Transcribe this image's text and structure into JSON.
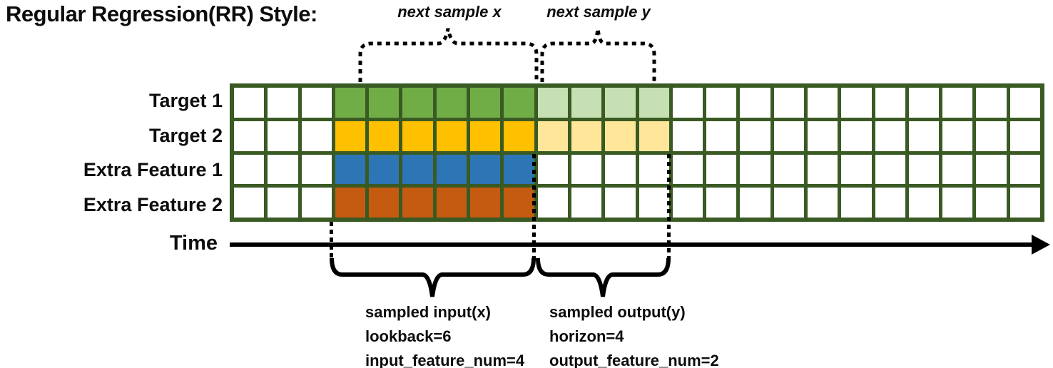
{
  "title": "Regular Regression(RR) Style:",
  "colors": {
    "grid_border": "#3A5A24",
    "w": "#FFFFFF",
    "g": "#70AD47",
    "lg": "#C6E0B4",
    "y": "#FFC000",
    "ly": "#FFE699",
    "b": "#2E75B6",
    "o": "#C55A11",
    "annotation": "#000000"
  },
  "grid": {
    "columns": 24,
    "lookback": 6,
    "horizon": 4,
    "input_feature_num": 4,
    "output_feature_num": 2,
    "rows": [
      {
        "label": "Target 1",
        "cells": [
          "w",
          "w",
          "w",
          "g",
          "g",
          "g",
          "g",
          "g",
          "g",
          "lg",
          "lg",
          "lg",
          "lg",
          "w",
          "w",
          "w",
          "w",
          "w",
          "w",
          "w",
          "w",
          "w",
          "w",
          "w"
        ]
      },
      {
        "label": "Target 2",
        "cells": [
          "w",
          "w",
          "w",
          "y",
          "y",
          "y",
          "y",
          "y",
          "y",
          "ly",
          "ly",
          "ly",
          "ly",
          "w",
          "w",
          "w",
          "w",
          "w",
          "w",
          "w",
          "w",
          "w",
          "w",
          "w"
        ]
      },
      {
        "label": "Extra Feature 1",
        "cells": [
          "w",
          "w",
          "w",
          "b",
          "b",
          "b",
          "b",
          "b",
          "b",
          "w",
          "w",
          "w",
          "w",
          "w",
          "w",
          "w",
          "w",
          "w",
          "w",
          "w",
          "w",
          "w",
          "w",
          "w"
        ]
      },
      {
        "label": "Extra Feature 2",
        "cells": [
          "w",
          "w",
          "w",
          "o",
          "o",
          "o",
          "o",
          "o",
          "o",
          "w",
          "w",
          "w",
          "w",
          "w",
          "w",
          "w",
          "w",
          "w",
          "w",
          "w",
          "w",
          "w",
          "w",
          "w"
        ]
      }
    ]
  },
  "annotations": {
    "next_sample_x": "next sample x",
    "next_sample_y": "next sample y",
    "time_label": "Time",
    "input_block": [
      "sampled input(x)",
      "lookback=6",
      "input_feature_num=4"
    ],
    "output_block": [
      "sampled output(y)",
      "horizon=4",
      "output_feature_num=2"
    ]
  }
}
